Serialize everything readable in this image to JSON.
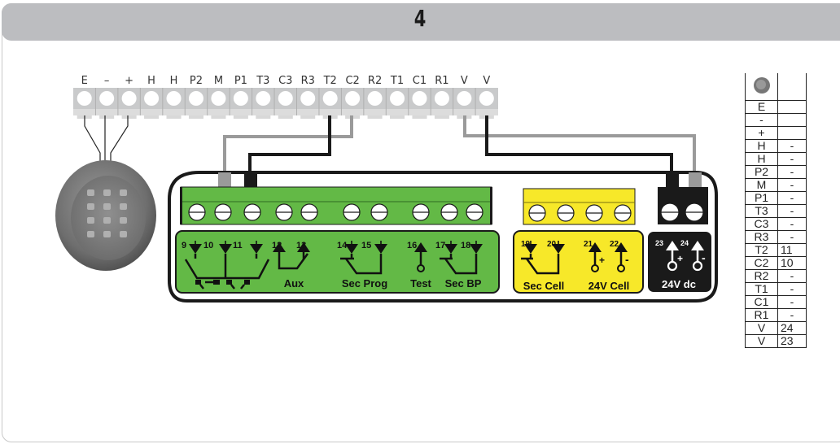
{
  "header": {
    "title": "4"
  },
  "keypad_strip": {
    "terminals": [
      "E",
      "–",
      "+",
      "H",
      "H",
      "P2",
      "M",
      "P1",
      "T3",
      "C3",
      "R3",
      "T2",
      "C2",
      "R2",
      "T1",
      "C1",
      "R1",
      "V",
      "V"
    ]
  },
  "board": {
    "green_block": {
      "numbers": [
        "9",
        "10",
        "11",
        "12",
        "13",
        "14",
        "15",
        "16",
        "17",
        "18"
      ],
      "labels": {
        "aux": "Aux",
        "sec_prog": "Sec Prog",
        "test": "Test",
        "sec_bp": "Sec BP"
      }
    },
    "yellow_block": {
      "numbers": [
        "19",
        "20",
        "21",
        "22"
      ],
      "labels": {
        "sec_cell": "Sec Cell",
        "cell_24v": "24V Cell"
      },
      "plus": "+",
      "minus": "-"
    },
    "black_block": {
      "numbers": [
        "23",
        "24"
      ],
      "labels": {
        "dc_24v": "24V dc"
      },
      "plus": "+",
      "minus": "-"
    }
  },
  "mapping_table": {
    "rows": [
      {
        "terminal": "E",
        "board": ""
      },
      {
        "terminal": "-",
        "board": ""
      },
      {
        "terminal": "+",
        "board": ""
      },
      {
        "terminal": "H",
        "board": "-"
      },
      {
        "terminal": "H",
        "board": "-"
      },
      {
        "terminal": "P2",
        "board": "-"
      },
      {
        "terminal": "M",
        "board": "-"
      },
      {
        "terminal": "P1",
        "board": "-"
      },
      {
        "terminal": "T3",
        "board": "-"
      },
      {
        "terminal": "C3",
        "board": "-"
      },
      {
        "terminal": "R3",
        "board": "-"
      },
      {
        "terminal": "T2",
        "board": "11"
      },
      {
        "terminal": "C2",
        "board": "10"
      },
      {
        "terminal": "R2",
        "board": "-"
      },
      {
        "terminal": "T1",
        "board": "-"
      },
      {
        "terminal": "C1",
        "board": "-"
      },
      {
        "terminal": "R1",
        "board": "-"
      },
      {
        "terminal": "V",
        "board": "24"
      },
      {
        "terminal": "V",
        "board": "23"
      }
    ]
  },
  "colors": {
    "header_bg": "#bcbdc0",
    "green": "#63b946",
    "yellow": "#f7e829",
    "wire_gray": "#9a9a9a",
    "wire_black": "#1a1a1a"
  }
}
